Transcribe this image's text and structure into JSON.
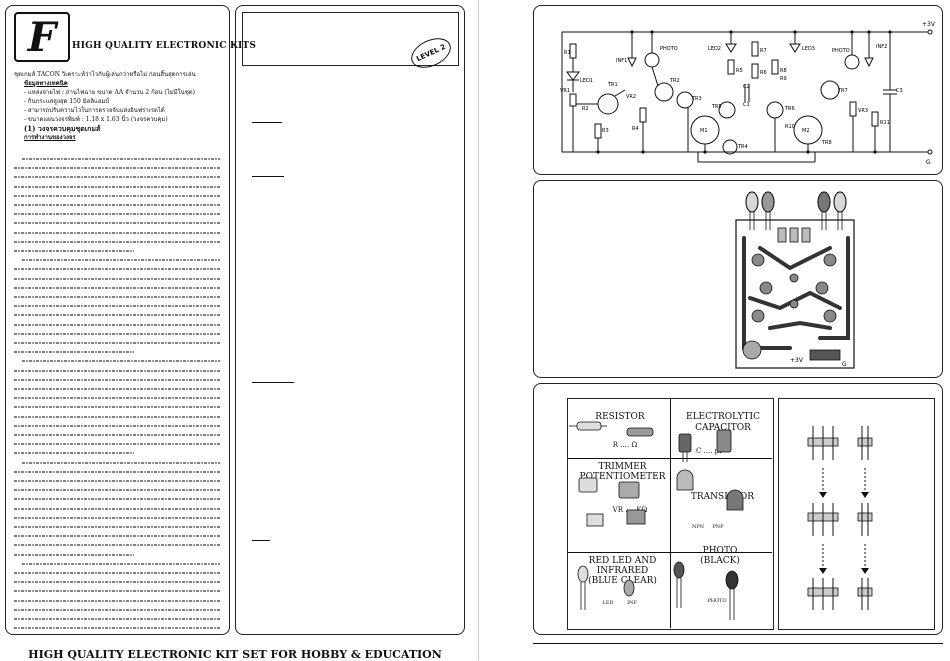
{
  "header": {
    "logo_letter": "F",
    "title": "HIGH QUALITY ELECTRONIC KITS",
    "level_badge": "LEVEL 2"
  },
  "footer": {
    "text": "HIGH QUALITY ELECTRONIC KIT SET FOR HOBBY & EDUCATION"
  },
  "body_text": {
    "paragraph_1": "ชุดเกมส์ TACON วิเคราะห์ว่าไวกับผู้เล่นกว่าหรือไม่ ก่อนสิ้นสุดการเล่น",
    "heading_1": "ข้อมูลทางเทคนิค",
    "spec_1": "- แหล่งจ่ายไฟ : ถ่านไฟฉาย ขนาด AA จำนวน 2 ก้อน (ไม่มีในชุด)",
    "spec_2": "- กินกระแสสูงสุด 150 มิลลิแอมป์",
    "spec_3": "- สามารถปรับความไวในการตรวจจับแสงอินฟราเรดได้",
    "spec_4": "- ขนาดแผ่นวงจรพิมพ์ : 1.18 x 1.63 นิ้ว (วงจรควบคุม)",
    "heading_2": "(1) วงจรควบคุมชุดเกมส์",
    "heading_3": "การทำงานของวงจร"
  },
  "schematic": {
    "supply_positive": "+3V",
    "supply_ground": "G",
    "labels": [
      "R1",
      "LED1",
      "VR1",
      "R2",
      "TR1",
      "R3",
      "INF1",
      "PHOTO",
      "VR2",
      "R4",
      "TR2",
      "TR3",
      "M1",
      "TR4",
      "LED2",
      "R5",
      "C1",
      "R7",
      "R6",
      "LED3",
      "R8",
      "R9",
      "TR5",
      "TR6",
      "C2",
      "R10",
      "M2",
      "TR7",
      "TR8",
      "PHOTO",
      "INF2",
      "VR3",
      "R11",
      "C3"
    ]
  },
  "components": {
    "resistor": "RESISTOR",
    "electrolytic": "ELECTROLYTIC",
    "capacitor": "CAPACITOR",
    "trimmer": "TRIMMER",
    "potentiometer": "POTENTIOMETER",
    "transistor": "TRANSISTOR",
    "red_led": "RED LED AND",
    "infrared": "INFRARED",
    "blue_clear": "(BLUE CLEAR)",
    "photo": "PHOTO",
    "black": "(BLACK)",
    "led_small": "LED",
    "inf_small": "INF",
    "photo_small": "PHOTO",
    "r_ohm": "R .... Ω",
    "c_uf": "C .... µF",
    "vr_kohm": "VR .... KΩ",
    "npn": "NPN",
    "pnp": "PNP"
  },
  "pcb": {
    "supply_label": "+3V",
    "g_label": "G"
  }
}
